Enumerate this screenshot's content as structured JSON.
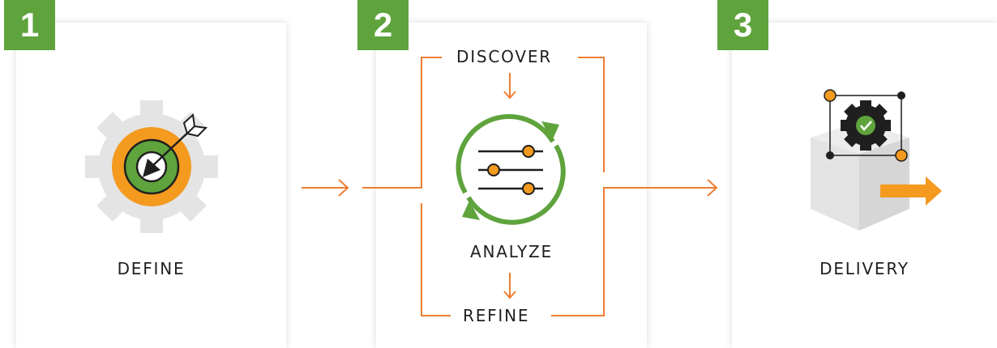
{
  "steps": [
    {
      "number": "1",
      "label": "DEFINE"
    },
    {
      "number": "2",
      "label": "ANALYZE",
      "top_label": "DISCOVER",
      "bottom_label": "REFINE"
    },
    {
      "number": "3",
      "label": "DELIVERY"
    }
  ],
  "icons": {
    "step1": "target-gear-icon",
    "step2": "sliders-refresh-icon",
    "step3": "package-gear-icon"
  },
  "colors": {
    "badge_green": "#5ea33c",
    "accent_orange": "#f39a1f",
    "arrow_orange": "#ef7d32",
    "gear_gray": "#e4e4e4",
    "dark": "#1f1f1f"
  }
}
